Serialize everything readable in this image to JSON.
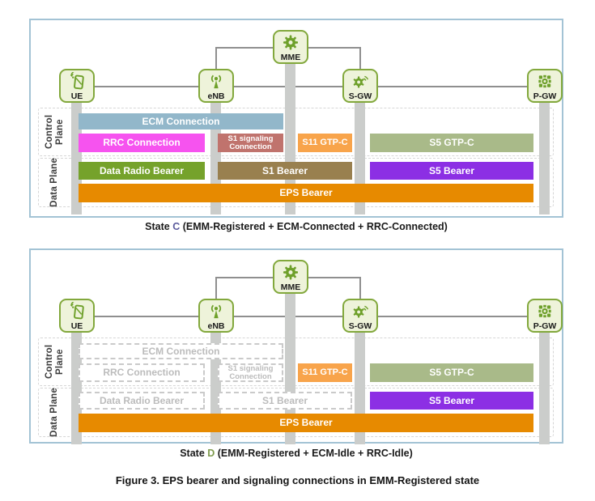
{
  "figure_caption": "Figure 3. EPS bearer and signaling connections in EMM-Registered state",
  "accents": {
    "state_c_letter_color": "#5b5b9d",
    "state_d_letter_color": "#7f9b4e",
    "panel_border": "#a3c3d5",
    "node_fill": "#eef3da",
    "node_border": "#82a83c",
    "node_glyph_green": "#6ea02a",
    "riser_gray": "#cbcdcb"
  },
  "panels": [
    {
      "state_caption": {
        "prefix": "State ",
        "letter": "C",
        "suffix": " (EMM-Registered + ECM-Connected + RRC-Connected)"
      },
      "nodes": [
        {
          "label": "UE",
          "icon": "phone-icon"
        },
        {
          "label": "eNB",
          "icon": "antenna-icon"
        },
        {
          "label": "MME",
          "icon": "gear-icon"
        },
        {
          "label": "S-GW",
          "icon": "gear-signal-icon"
        },
        {
          "label": "P-GW",
          "icon": "chip-icon"
        }
      ],
      "planes": [
        {
          "label": "Control Plane"
        },
        {
          "label": "Data Plane"
        }
      ],
      "connections": [
        {
          "label": "ECM Connection",
          "color": "#92b7ca",
          "status": "active",
          "endpoints": "UE–MME"
        },
        {
          "label": "RRC Connection",
          "color": "#f653ef",
          "status": "active",
          "endpoints": "UE–eNB"
        },
        {
          "label": "S1 signaling Connection",
          "color": "#c0736d",
          "status": "active",
          "endpoints": "eNB–MME"
        },
        {
          "label": "S11 GTP-C",
          "color": "#f8a44b",
          "status": "active",
          "endpoints": "MME–S-GW"
        },
        {
          "label": "S5 GTP-C",
          "color": "#a9ba89",
          "status": "active",
          "endpoints": "S-GW–P-GW"
        },
        {
          "label": "Data Radio Bearer",
          "color": "#75a22b",
          "status": "active",
          "endpoints": "UE–eNB"
        },
        {
          "label": "S1 Bearer",
          "color": "#99804f",
          "status": "active",
          "endpoints": "eNB–S-GW"
        },
        {
          "label": "S5 Bearer",
          "color": "#8c2fe4",
          "status": "active",
          "endpoints": "S-GW–P-GW"
        },
        {
          "label": "EPS Bearer",
          "color": "#e78a00",
          "status": "active",
          "endpoints": "UE–P-GW"
        }
      ]
    },
    {
      "state_caption": {
        "prefix": "State ",
        "letter": "D",
        "suffix": " (EMM-Registered + ECM-Idle + RRC-Idle)"
      },
      "nodes": [
        {
          "label": "UE",
          "icon": "phone-icon"
        },
        {
          "label": "eNB",
          "icon": "antenna-icon"
        },
        {
          "label": "MME",
          "icon": "gear-icon"
        },
        {
          "label": "S-GW",
          "icon": "gear-signal-icon"
        },
        {
          "label": "P-GW",
          "icon": "chip-icon"
        }
      ],
      "planes": [
        {
          "label": "Control Plane"
        },
        {
          "label": "Data Plane"
        }
      ],
      "connections": [
        {
          "label": "ECM Connection",
          "color": "#92b7ca",
          "status": "idle",
          "endpoints": "UE–MME"
        },
        {
          "label": "RRC Connection",
          "color": "#f653ef",
          "status": "idle",
          "endpoints": "UE–eNB"
        },
        {
          "label": "S1 signaling Connection",
          "color": "#c0736d",
          "status": "idle",
          "endpoints": "eNB–MME"
        },
        {
          "label": "S11 GTP-C",
          "color": "#f8a44b",
          "status": "active",
          "endpoints": "MME–S-GW"
        },
        {
          "label": "S5 GTP-C",
          "color": "#a9ba89",
          "status": "active",
          "endpoints": "S-GW–P-GW"
        },
        {
          "label": "Data Radio Bearer",
          "color": "#75a22b",
          "status": "idle",
          "endpoints": "UE–eNB"
        },
        {
          "label": "S1 Bearer",
          "color": "#99804f",
          "status": "idle",
          "endpoints": "eNB–S-GW"
        },
        {
          "label": "S5 Bearer",
          "color": "#8c2fe4",
          "status": "active",
          "endpoints": "S-GW–P-GW"
        },
        {
          "label": "EPS Bearer",
          "color": "#e78a00",
          "status": "active",
          "endpoints": "UE–P-GW"
        }
      ]
    }
  ]
}
